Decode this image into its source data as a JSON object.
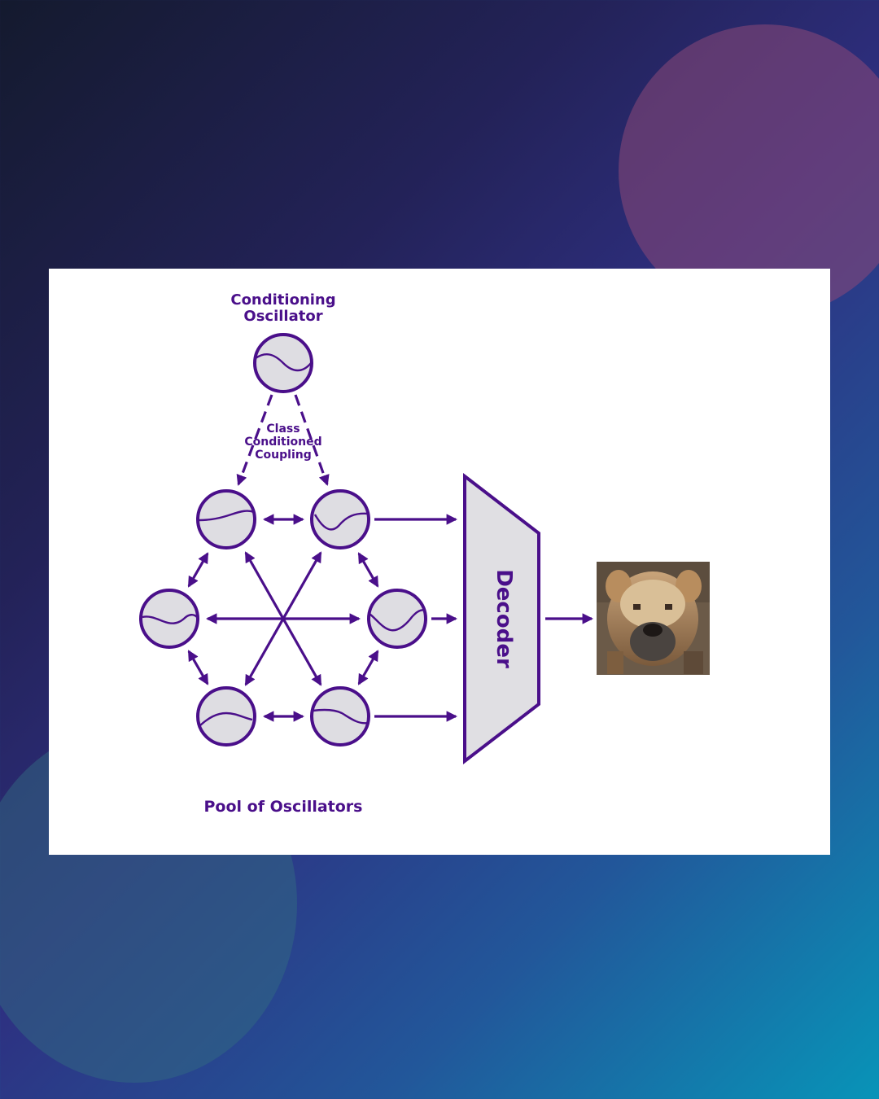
{
  "conditioning": {
    "title_line1": "Conditioning",
    "title_line2": "Oscillator"
  },
  "coupling": {
    "line1": "Class",
    "line2": "Conditioned",
    "line3": "Coupling"
  },
  "decoder": {
    "label": "Decoder"
  },
  "pool": {
    "label": "Pool of Oscillators"
  },
  "output": {
    "description": "generated dog image"
  },
  "colors": {
    "primary": "#4a0f8a",
    "node_fill": "#dedde2",
    "card": "#ffffff"
  }
}
